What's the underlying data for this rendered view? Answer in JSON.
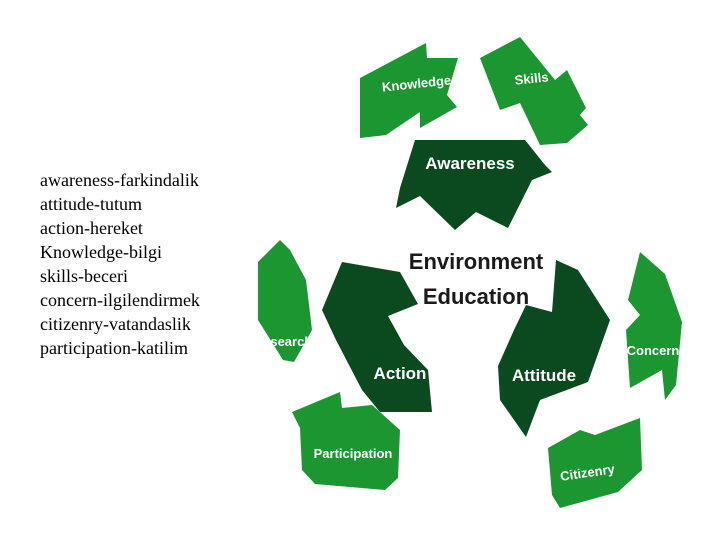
{
  "glossary": [
    "awareness-farkindalik",
    "attitude-tutum",
    "action-hereket",
    "Knowledge-bilgi",
    "skills-beceri",
    "concern-ilgilendirmek",
    "citizenry-vatandaslik",
    "participation-katilim"
  ],
  "diagram": {
    "center": {
      "line1": "Environment",
      "line2": "Education"
    },
    "inner": [
      "Awareness",
      "Attitude",
      "Action"
    ],
    "outer": [
      "Knowledge",
      "Skills",
      "Concern",
      "Citizenry",
      "Participation",
      "Research"
    ],
    "colors": {
      "inner": "#0b4a1f",
      "outer": "#1c9630",
      "text_center": "#1a1a1a",
      "text_on_arrow": "#ffffff"
    }
  }
}
